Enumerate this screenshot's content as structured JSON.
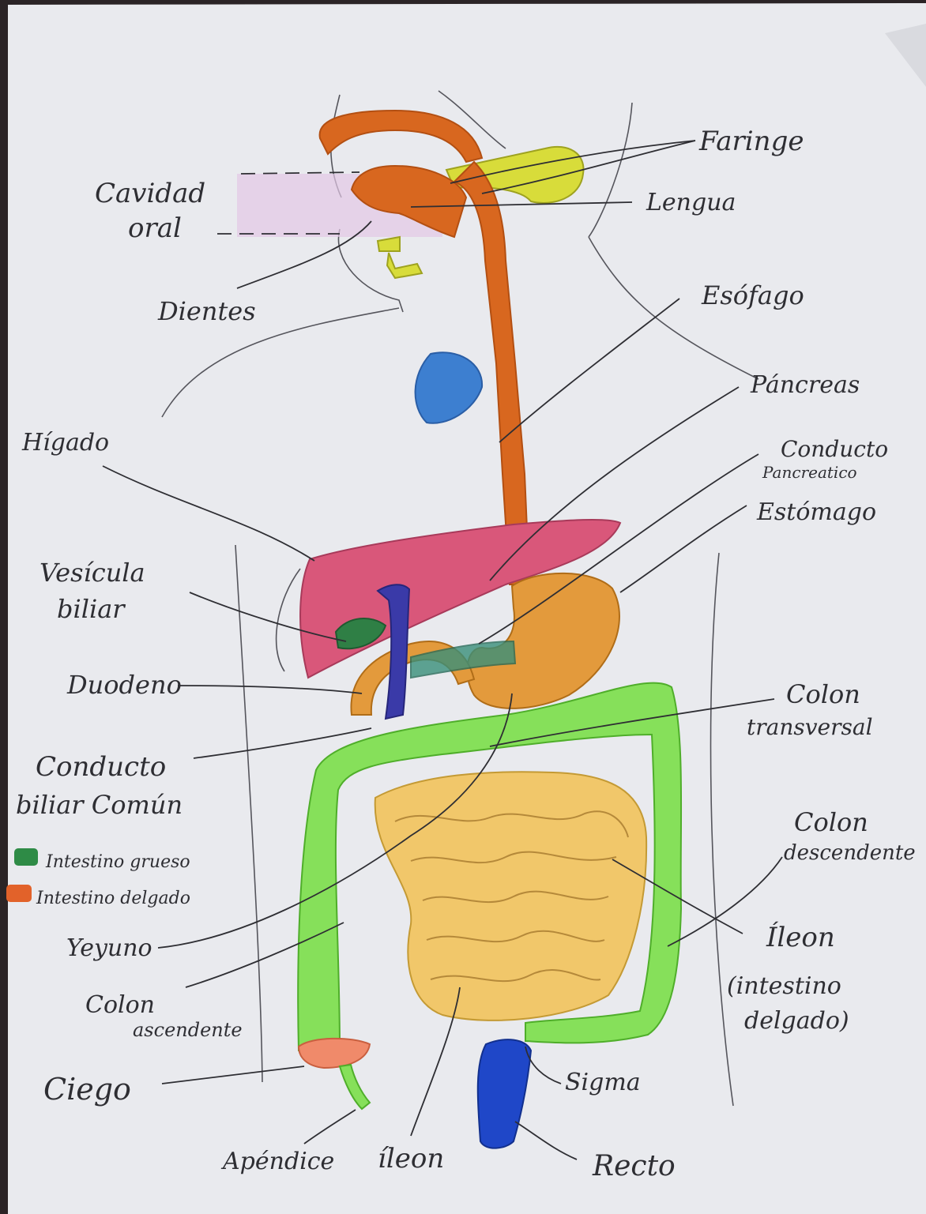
{
  "labels": {
    "faringe": "Faringe",
    "lengua": "Lengua",
    "cavidad_oral_1": "Cavidad",
    "cavidad_oral_2": "oral",
    "dientes": "Dientes",
    "esofago": "Esófago",
    "pancreas": "Páncreas",
    "higado": "Hígado",
    "conducto_pancreatico_1": "Conducto",
    "conducto_pancreatico_2": "Pancreatico",
    "estomago": "Estómago",
    "vesicula_1": "Vesícula",
    "vesicula_2": "biliar",
    "duodeno": "Duodeno",
    "colon_transversal_1": "Colon",
    "colon_transversal_2": "transversal",
    "conducto_biliar_1": "Conducto",
    "conducto_biliar_2": "biliar Común",
    "colon_descendente_1": "Colon",
    "colon_descendente_2": "descendente",
    "yeyuno": "Yeyuno",
    "ileon_right": "Íleon",
    "intestino_delgado_1": "(intestino",
    "intestino_delgado_2": "delgado)",
    "colon_ascendente_1": "Colon",
    "colon_ascendente_2": "ascendente",
    "ciego": "Ciego",
    "sigma": "Sigma",
    "apendice": "Apéndice",
    "ileon_bottom": "íleon",
    "recto": "Recto"
  },
  "legend": [
    {
      "label": "Intestino grueso",
      "color": "#2e8b46"
    },
    {
      "label": "Intestino delgado",
      "color": "#e2622a"
    }
  ],
  "colors": {
    "paper": "#e9eaee",
    "esophagus": "#d8671f",
    "liver": "#d9577a",
    "stomach": "#e39a3c",
    "large_intestine": "#86e05a",
    "small_intestine": "#f1c76a",
    "salivary_gland": "#d8dc3a",
    "spleen": "#3d7fd0",
    "rectum": "#1f47c8",
    "bile_duct": "#3a3aa8",
    "gallbladder": "#2f7f45",
    "cecum": "#f08a6a",
    "oral_cavity": "#e3c8e6"
  }
}
